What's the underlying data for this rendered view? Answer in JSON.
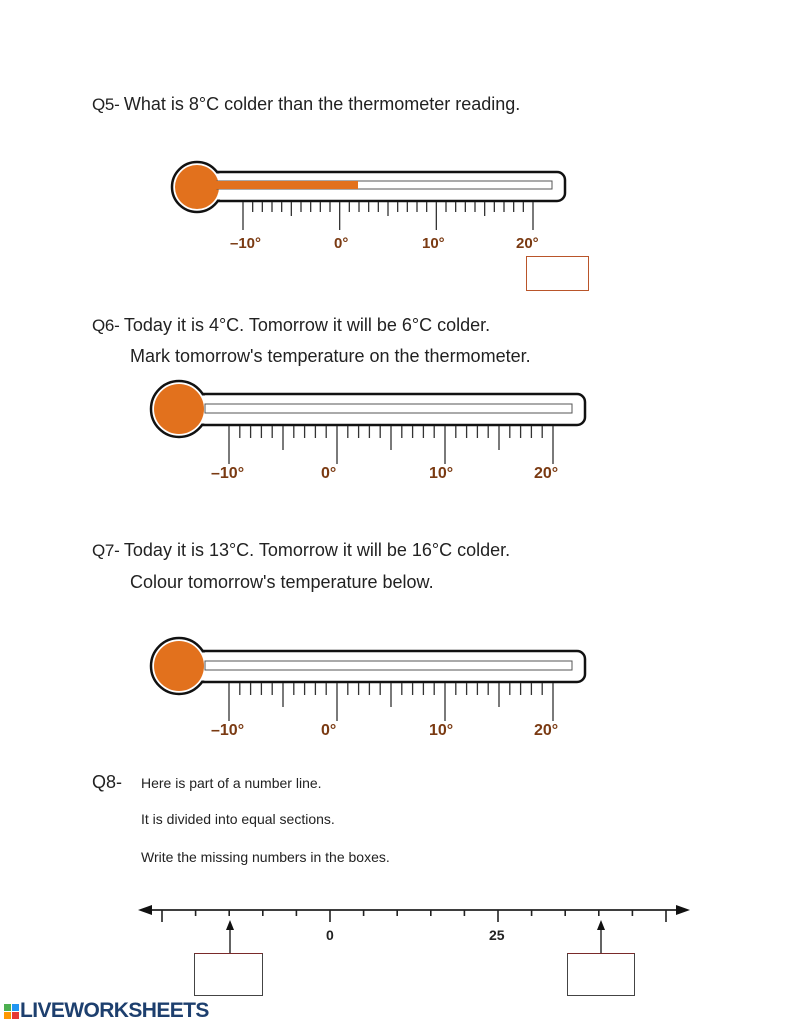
{
  "questions": {
    "q5": {
      "label": "Q5-",
      "text": "What is 8°C colder than the thermometer reading.",
      "thermometer": {
        "min": -10,
        "max": 20,
        "reading": 2,
        "tick_labels": [
          "–10°",
          "0°",
          "10°",
          "20°"
        ]
      },
      "answer_box": ""
    },
    "q6": {
      "label": "Q6-",
      "line1": "Today it is 4°C. Tomorrow it will be 6°C colder.",
      "line2": "Mark tomorrow's temperature on the thermometer.",
      "thermometer": {
        "min": -10,
        "max": 20,
        "reading": null,
        "tick_labels": [
          "–10°",
          "0°",
          "10°",
          "20°"
        ]
      }
    },
    "q7": {
      "label": "Q7-",
      "line1": "Today it is 13°C. Tomorrow it will be 16°C colder.",
      "line2": "Colour  tomorrow's temperature below.",
      "thermometer": {
        "min": -10,
        "max": 20,
        "reading": null,
        "tick_labels": [
          "–10°",
          "0°",
          "10°",
          "20°"
        ]
      }
    },
    "q8": {
      "label": "Q8-",
      "line1": "Here is part of a number line.",
      "line2": "It is divided into equal sections.",
      "line3": "Write the missing numbers in the boxes.",
      "number_line": {
        "labels": [
          "0",
          "25"
        ],
        "missing_boxes": [
          "",
          ""
        ]
      }
    }
  },
  "colors": {
    "mercury": "#e2711d",
    "tick_label": "#7a3a12",
    "answer_box_border": "#b9552a",
    "logo_text": "#1d3f6e"
  },
  "footer": {
    "logo_text": "LIVEWORKSHEETS"
  }
}
